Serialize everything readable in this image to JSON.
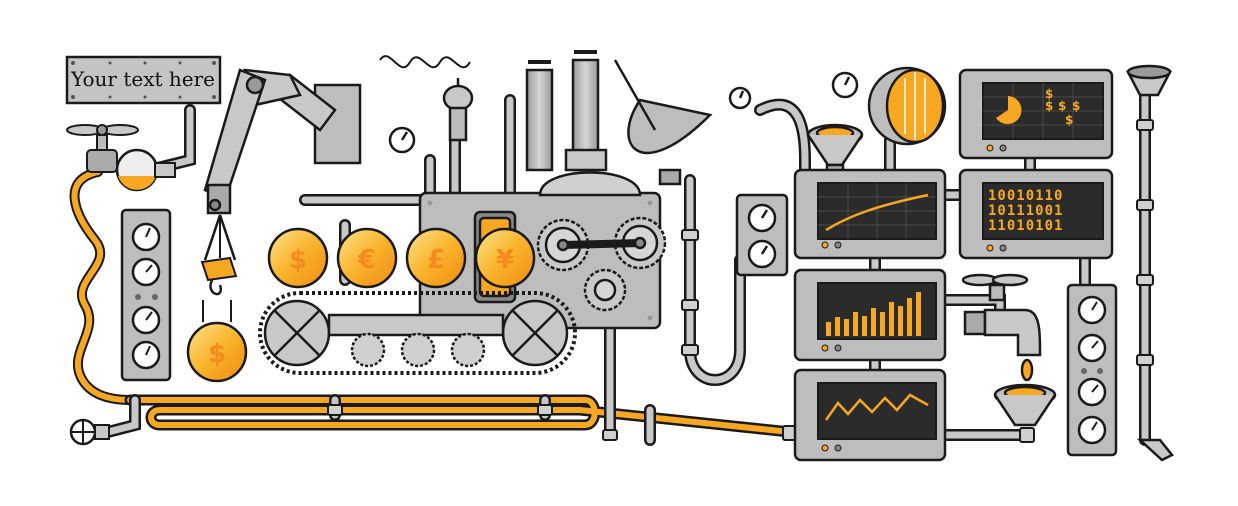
{
  "label_plate": {
    "text": "Your text here"
  },
  "coins": [
    {
      "symbol": "$"
    },
    {
      "symbol": "€"
    },
    {
      "symbol": "£"
    },
    {
      "symbol": "¥"
    }
  ],
  "hanging_coin": {
    "symbol": "$"
  },
  "binary_display": {
    "rows": [
      "10010110",
      "10111001",
      "11010101"
    ]
  },
  "dollar_display": {
    "symbol": "$"
  },
  "colors": {
    "metal": "#bdbdbd",
    "metal_dark": "#8a8a8a",
    "outline": "#1a1a1a",
    "accent": "#f7a823",
    "screen": "#2b2b2b"
  }
}
